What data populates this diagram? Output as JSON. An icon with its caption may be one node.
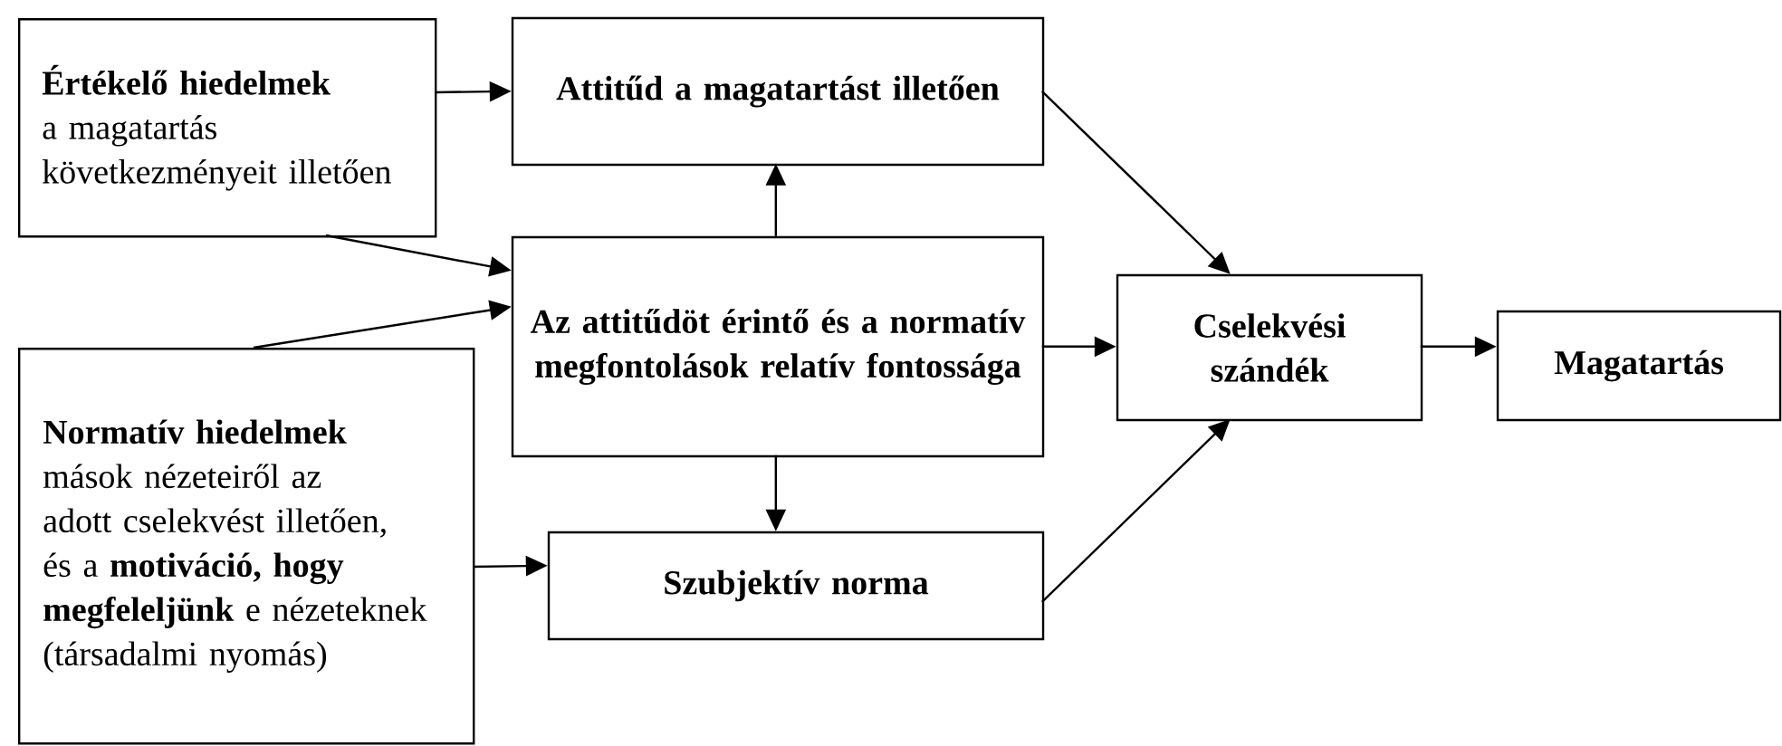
{
  "diagram": {
    "nodes": [
      {
        "text": [
          "Értékelő hiedelmek",
          "a magatartás következményeit illetően"
        ]
      },
      {
        "text": [
          "Attitűd a magatartást illetően"
        ]
      },
      {
        "text": [
          "Az attitűdöt érintő és a normatív megfontolások relatív fontossága"
        ]
      },
      {
        "text": [
          "Normatív hiedelmek",
          "mások nézeteiről az adott cselekvést illetően, és a **motiváció, hogy megfeleljünk** e nézeteknek (társadalmi nyomás)"
        ]
      },
      {
        "text": [
          "Szubjektív norma"
        ]
      },
      {
        "text": [
          "Cselekvési szándék"
        ]
      },
      {
        "text": [
          "Magatartás"
        ]
      }
    ],
    "edges": [
      {
        "from": 0,
        "to": 1,
        "arrow": "to"
      },
      {
        "from": 0,
        "to": 2,
        "arrow": "to"
      },
      {
        "from": 3,
        "to": 2,
        "arrow": "to"
      },
      {
        "from": 2,
        "to": 1,
        "arrow": "to"
      },
      {
        "from": 2,
        "to": 4,
        "arrow": "to"
      },
      {
        "from": 3,
        "to": 4,
        "arrow": "to"
      },
      {
        "from": 1,
        "to": 5,
        "arrow": "to"
      },
      {
        "from": 2,
        "to": 5,
        "arrow": "to"
      },
      {
        "from": 4,
        "to": 5,
        "arrow": "to"
      },
      {
        "from": 5,
        "to": 6,
        "arrow": "to"
      }
    ]
  }
}
